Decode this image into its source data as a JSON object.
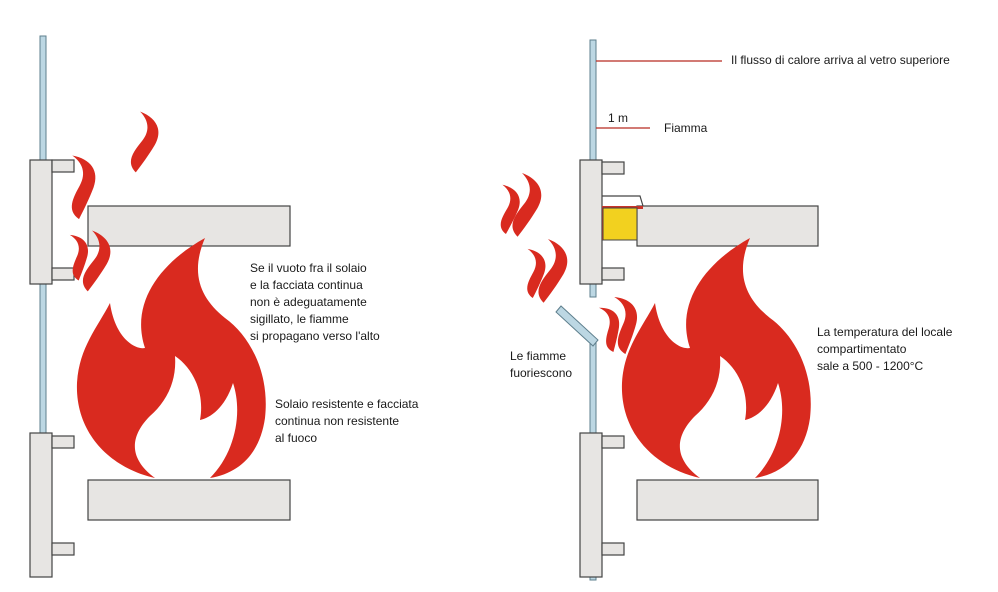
{
  "colors": {
    "flame": "#d92a1f",
    "glass": "#bcd7e3",
    "glass_stroke": "#5e7f8d",
    "panel_fill": "#e7e5e3",
    "panel_stroke": "#444444",
    "leader": "#b72b22",
    "seal_red": "#c9342a",
    "insulation": "#f2d11f"
  },
  "icons": [
    "flame-icon"
  ],
  "left_diagram": {
    "gap_note": "Se il vuoto fra il solaio\ne la facciata continua\nnon è adeguatamente\nsigillato, le fiamme\nsi propagano verso l'alto",
    "construction_note": "Solaio resistente e facciata\ncontinua non resistente\nal fuoco"
  },
  "right_diagram": {
    "heat_flow_label": "Il flusso di calore arriva al vetro superiore",
    "distance_label": "1 m",
    "flame_label": "Fiamma",
    "escaping_flames_label": "Le fiamme\nfuoriescono",
    "temperature_note": "La temperatura del locale\ncompartimentato\nsale a 500 - 1200°C"
  }
}
